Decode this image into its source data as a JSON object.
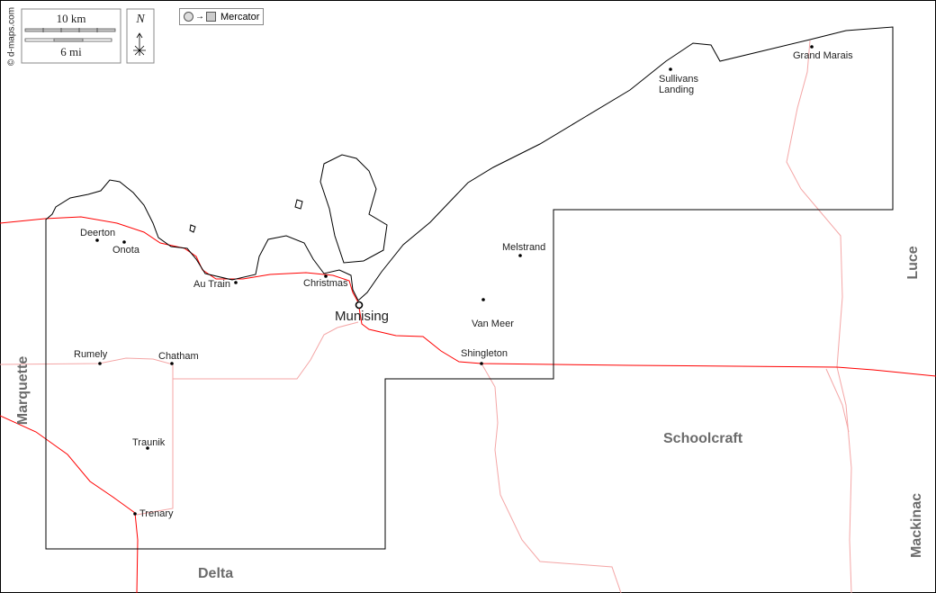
{
  "credit": "© d-maps.com",
  "scale": {
    "km_label": "10 km",
    "mi_label": "6 mi"
  },
  "north": "N",
  "projection": "Mercator",
  "regions": {
    "luce": "Luce",
    "marquette": "Marquette",
    "schoolcraft": "Schoolcraft",
    "delta": "Delta",
    "mackinac": "Mackinac"
  },
  "towns": {
    "grand_marais": "Grand Marais",
    "sullivans_landing": "Sullivans\nLanding",
    "deerton": "Deerton",
    "onota": "Onota",
    "au_train": "Au Train",
    "christmas": "Christmas",
    "munising": "Munising",
    "melstrand": "Melstrand",
    "van_meer": "Van Meer",
    "shingleton": "Shingleton",
    "rumely": "Rumely",
    "chatham": "Chatham",
    "traunik": "Traunik",
    "trenary": "Trenary"
  },
  "colors": {
    "highway": "#ff0000",
    "road": "#f4a6a6",
    "border": "#000000",
    "region_label": "#6b6b6b"
  }
}
